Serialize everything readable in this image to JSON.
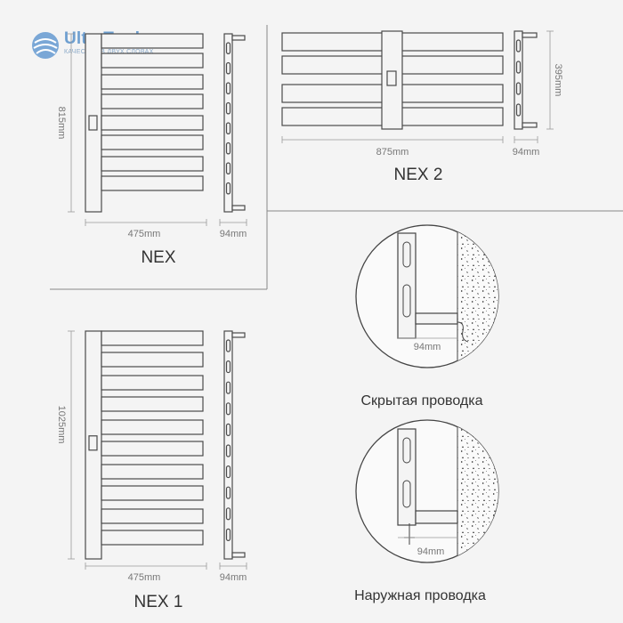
{
  "brand": {
    "name": "UltraTrade",
    "tagline": "КАЧЕСТВО В ДВУХ СЛОВАХ"
  },
  "models": [
    {
      "name": "NEX",
      "height": "815mm",
      "width": "475mm",
      "depth": "94mm"
    },
    {
      "name": "NEX 2",
      "height": "395mm",
      "width": "875mm",
      "depth": "94mm"
    },
    {
      "name": "NEX 1",
      "height": "1025mm",
      "width": "475mm",
      "depth": "94mm"
    }
  ],
  "installation": [
    {
      "caption": "Скрытая проводка",
      "depth": "94mm"
    },
    {
      "caption": "Наружная проводка",
      "depth": "94mm"
    }
  ],
  "colors": {
    "background": "#f4f4f4",
    "line": "#4a4a4a",
    "dimension": "#999999",
    "brand": "#6e9fd0"
  }
}
